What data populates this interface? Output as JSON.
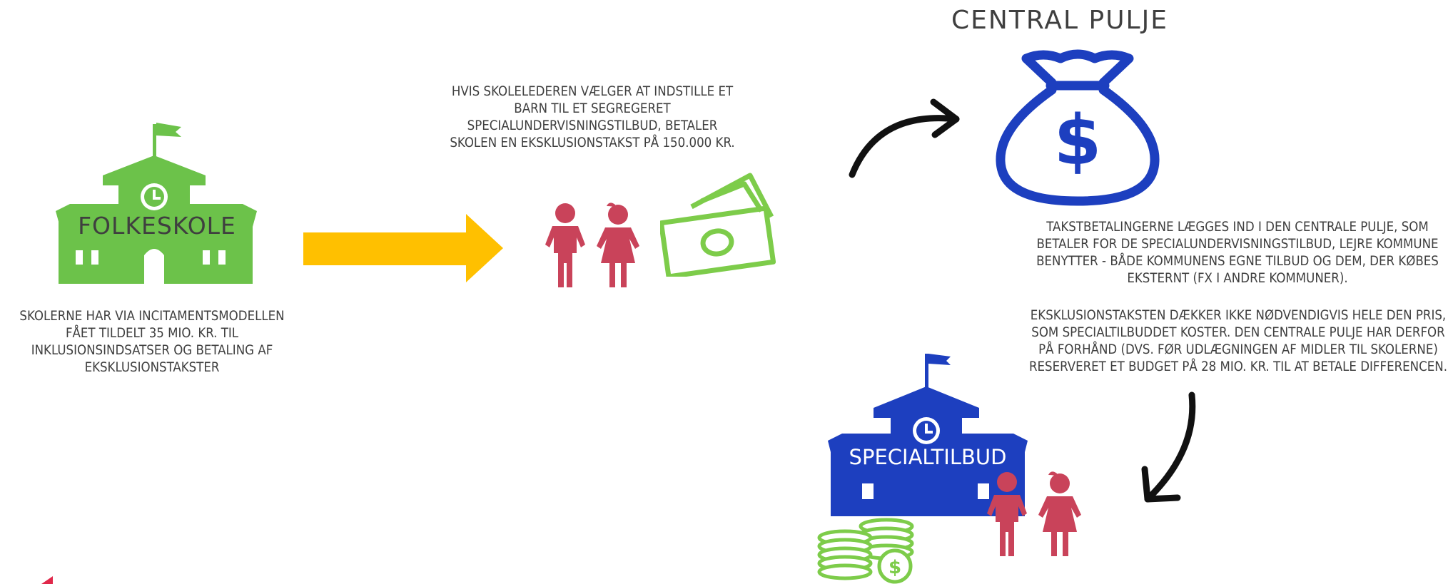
{
  "folkeskole": {
    "label": "FOLKESKOLE",
    "caption": "SKOLERNE HAR VIA INCITAMENTSMODELLEN FÅET TILDELT 35 MIO. KR. TIL INKLUSIONSINDSATSER OG BETALING AF EKSKLUSIONSTAKSTER",
    "color": "#6cc24a"
  },
  "exclusion": {
    "caption": "HVIS SKOLELEDEREN VÆLGER AT INDSTILLE ET BARN TIL ET SEGREGERET SPECIALUNDERVISNINGSTILBUD, BETALER SKOLEN EN EKSKLUSIONSTAKST PÅ 150.000 KR."
  },
  "central_pulje": {
    "title": "CENTRAL PULJE",
    "caption_1": "TAKSTBETALINGERNE LÆGGES IND I DEN CENTRALE PULJE, SOM BETALER FOR DE SPECIALUNDERVISNINGSTILBUD, LEJRE KOMMUNE BENYTTER - BÅDE KOMMUNENS EGNE TILBUD OG DEM, DER KØBES EKSTERNT (FX I ANDRE KOMMUNER).",
    "caption_2": "EKSKLUSIONSTAKSTEN DÆKKER IKKE NØDVENDIGVIS HELE DEN PRIS, SOM SPECIALTILBUDDET KOSTER. DEN CENTRALE PULJE HAR DERFOR PÅ FORHÅND (DVS. FØR UDLÆGNINGEN AF MIDLER TIL SKOLERNE) RESERVERET ET BUDGET PÅ 28 MIO. KR. TIL AT BETALE DIFFERENCEN.",
    "color": "#1d3fbf"
  },
  "specialtilbud": {
    "label": "SPECIALTILBUD",
    "color": "#1d3fbf"
  },
  "colors": {
    "arrow_yellow": "#ffc000",
    "children": "#c9435a",
    "money_green": "#7dcc4a",
    "arrow_black": "#111111",
    "accent_red": "#e0284a"
  },
  "icons": {
    "school_green": "school-building-icon",
    "children": "children-icon",
    "banknotes": "banknotes-icon",
    "money_bag": "money-bag-icon",
    "coins": "coin-stack-icon"
  }
}
